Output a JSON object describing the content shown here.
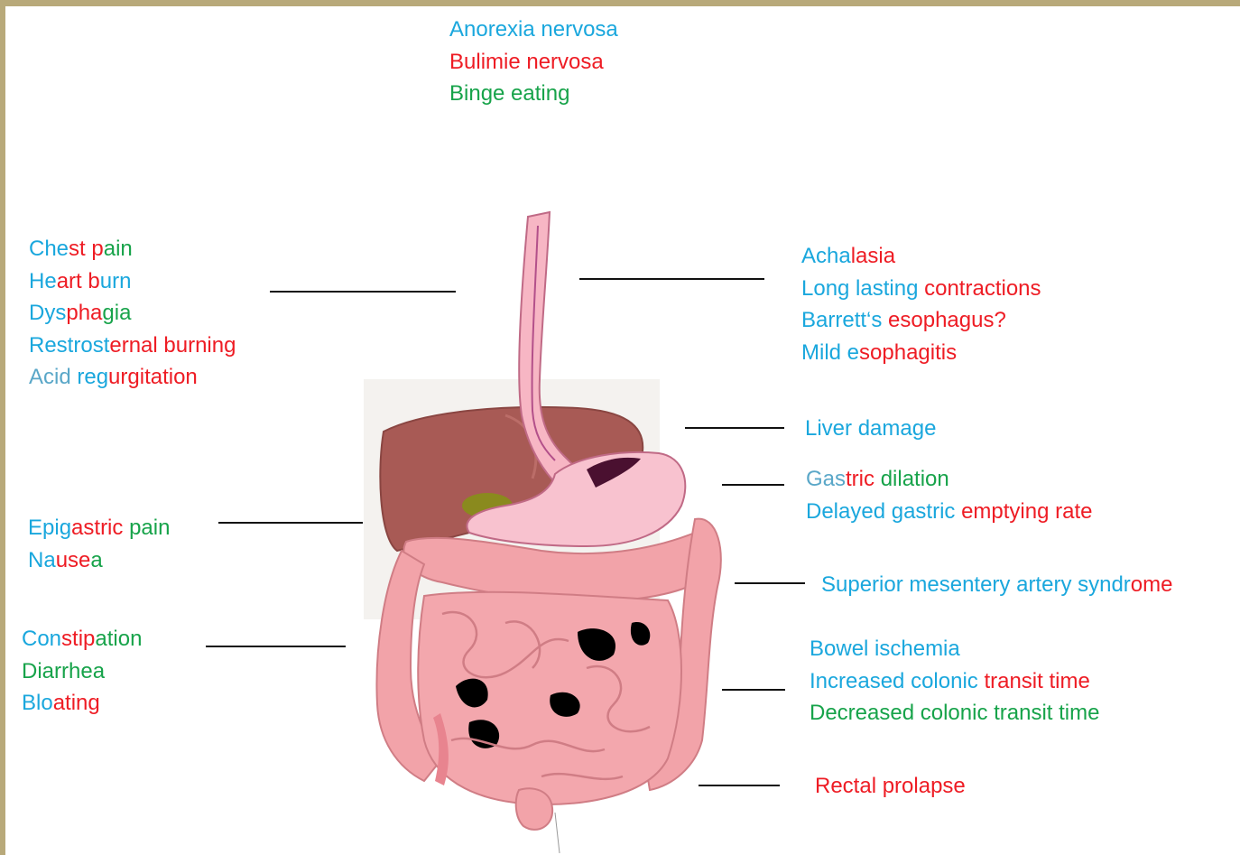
{
  "colors": {
    "blue": "#1aa7dd",
    "red": "#ee1c24",
    "green": "#17a34a",
    "frame": "#b8a97a"
  },
  "eating_disorders": [
    [
      {
        "t": "Anorexia nervosa",
        "c": "blue"
      }
    ],
    [
      {
        "t": "Bulimie nervosa",
        "c": "red"
      }
    ],
    [
      {
        "t": "Binge eating",
        "c": "green"
      }
    ]
  ],
  "esophageal_symptoms": [
    [
      {
        "t": "Che",
        "c": "blue"
      },
      {
        "t": "st ",
        "c": "red"
      },
      {
        "t": "p",
        "c": "red"
      },
      {
        "t": "ain",
        "c": "green"
      }
    ],
    [
      {
        "t": "He",
        "c": "blue"
      },
      {
        "t": "art ",
        "c": "red"
      },
      {
        "t": "b",
        "c": "red"
      },
      {
        "t": "urn",
        "c": "blue"
      }
    ],
    [
      {
        "t": "Dys",
        "c": "blue"
      },
      {
        "t": "pha",
        "c": "red"
      },
      {
        "t": "gia",
        "c": "green"
      }
    ],
    [
      {
        "t": "Restrost",
        "c": "blue"
      },
      {
        "t": "ernal burning",
        "c": "red"
      }
    ],
    [
      {
        "t": "Acid ",
        "c": "grayblue"
      },
      {
        "t": "reg",
        "c": "blue"
      },
      {
        "t": "urgitation",
        "c": "red"
      }
    ]
  ],
  "esophageal_disorders": [
    [
      {
        "t": "Acha",
        "c": "blue"
      },
      {
        "t": "lasia",
        "c": "red"
      }
    ],
    [
      {
        "t": "Long lasting ",
        "c": "blue"
      },
      {
        "t": "contractions",
        "c": "red"
      }
    ],
    [
      {
        "t": "Barrett‘s ",
        "c": "blue"
      },
      {
        "t": "esophagus?",
        "c": "red"
      }
    ],
    [
      {
        "t": "Mild e",
        "c": "blue"
      },
      {
        "t": "sophagitis",
        "c": "red"
      }
    ]
  ],
  "liver": [
    [
      {
        "t": "Liver damage",
        "c": "blue"
      }
    ]
  ],
  "gastric": [
    [
      {
        "t": "Gas",
        "c": "grayblue"
      },
      {
        "t": "tric ",
        "c": "red"
      },
      {
        "t": "dilation",
        "c": "green"
      }
    ],
    [
      {
        "t": "Delayed gastric ",
        "c": "blue"
      },
      {
        "t": "emptying rate",
        "c": "red"
      }
    ]
  ],
  "epigastric": [
    [
      {
        "t": "Epig",
        "c": "blue"
      },
      {
        "t": "astric ",
        "c": "red"
      },
      {
        "t": "pain",
        "c": "green"
      }
    ],
    [
      {
        "t": "Na",
        "c": "blue"
      },
      {
        "t": "use",
        "c": "red"
      },
      {
        "t": "a",
        "c": "green"
      }
    ]
  ],
  "sma": [
    [
      {
        "t": "Superior mesentery artery syndr",
        "c": "blue"
      },
      {
        "t": "ome",
        "c": "red"
      }
    ]
  ],
  "bowel_habits": [
    [
      {
        "t": "Con",
        "c": "blue"
      },
      {
        "t": "stip",
        "c": "red"
      },
      {
        "t": "ation",
        "c": "green"
      }
    ],
    [
      {
        "t": "Diarrhea",
        "c": "green"
      }
    ],
    [
      {
        "t": "Blo",
        "c": "blue"
      },
      {
        "t": "ating",
        "c": "red"
      }
    ]
  ],
  "colonic": [
    [
      {
        "t": "Bowel ischemia",
        "c": "blue"
      }
    ],
    [
      {
        "t": "Increased colonic ",
        "c": "blue"
      },
      {
        "t": "transit time",
        "c": "red"
      }
    ],
    [
      {
        "t": "Decreased colonic transit time",
        "c": "green"
      }
    ]
  ],
  "rectal": [
    [
      {
        "t": "Rectal prolapse",
        "c": "red"
      }
    ]
  ]
}
